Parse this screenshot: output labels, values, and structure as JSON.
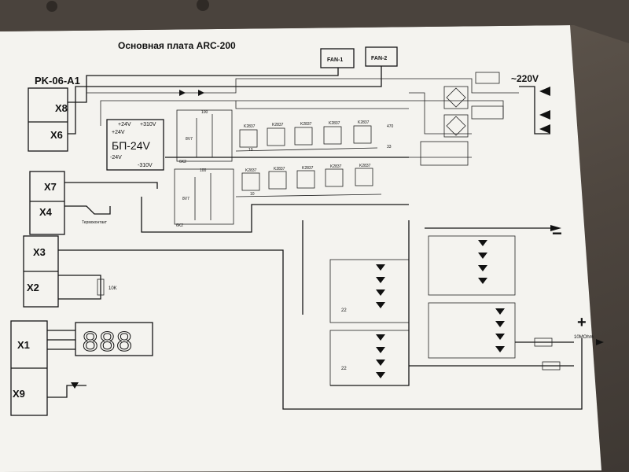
{
  "title": "Основная плата ARC-200",
  "board_label": "PK-06-A1",
  "connectors": [
    "X8",
    "X6",
    "X7",
    "X4",
    "X3",
    "X2",
    "X1",
    "X9"
  ],
  "fans": [
    "FAN-1",
    "FAN-2"
  ],
  "mains_label": "~220V",
  "psu": {
    "name": "БП-24V",
    "plus24": "+24V",
    "plus310": "+310V",
    "plus24b": "+24V",
    "minus24": "-24V",
    "minus310": "-310V"
  },
  "transistors": [
    "K2837",
    "K2837",
    "K2837",
    "K2837",
    "K2837",
    "K2837",
    "K2837",
    "K2837",
    "K2837",
    "K2837"
  ],
  "gate_resistor": "10",
  "zener_label": "8V7",
  "res_6k2": "6K2",
  "res_100": "100",
  "thermostat_label": "Термоконтакт",
  "pot_label": "10K",
  "display_digits": "888",
  "snubber_value": "22",
  "res_470": "470",
  "res_33": "33",
  "shunt_label": "10MOhm",
  "minus_terminal": "−",
  "plus_terminal": "+"
}
